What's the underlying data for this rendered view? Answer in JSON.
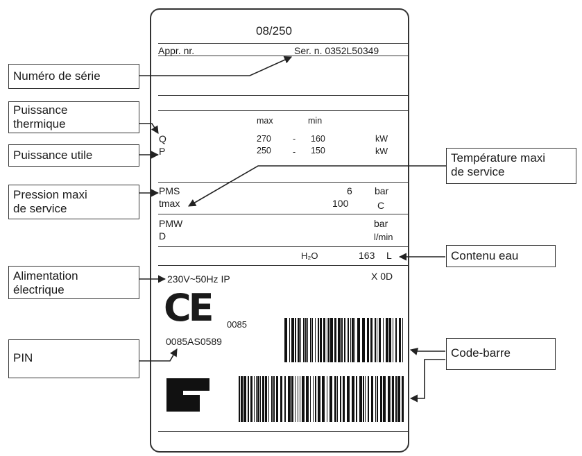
{
  "plate": {
    "model": "08/250",
    "appr_label": "Appr. nr.",
    "serial_text": "Ser. n. 0352L50349",
    "col_max": "max",
    "col_min": "min",
    "q_label": "Q",
    "q_max": "270",
    "q_dash": "-",
    "q_min": "160",
    "q_unit": "kW",
    "p_label": "P",
    "p_max": "250",
    "p_dash": "-",
    "p_min": "150",
    "p_unit": "kW",
    "pms_label": "PMS",
    "pms_value": "6",
    "pms_unit": "bar",
    "tmax_label": "tmax",
    "tmax_value": "100",
    "tmax_unit": "C",
    "pmw_label": "PMW",
    "pmw_unit": "bar",
    "d_label": "D",
    "d_unit": "l/min",
    "h2o_label": "H₂O",
    "water_volume": "163",
    "water_unit": "L",
    "power_supply": "230V~50Hz IP",
    "protection": "X 0D",
    "ce_mark": "CE",
    "notified_body": "0085",
    "pin_code": "0085AS0589"
  },
  "callouts": {
    "serial_number": "Numéro de série",
    "thermal_power": "Puissance\nthermique",
    "useful_power": "Puissance utile",
    "max_pressure": "Pression maxi\nde service",
    "max_temperature": "Température maxi\nde service",
    "water_content": "Contenu eau",
    "power_supply": "Alimentation\nélectrique",
    "pin": "PIN",
    "barcode": "Code-barre"
  },
  "icons": {
    "ce": "ce-marking-icon",
    "brand": "brand-logo-icon",
    "barcode": "barcode-icon"
  }
}
